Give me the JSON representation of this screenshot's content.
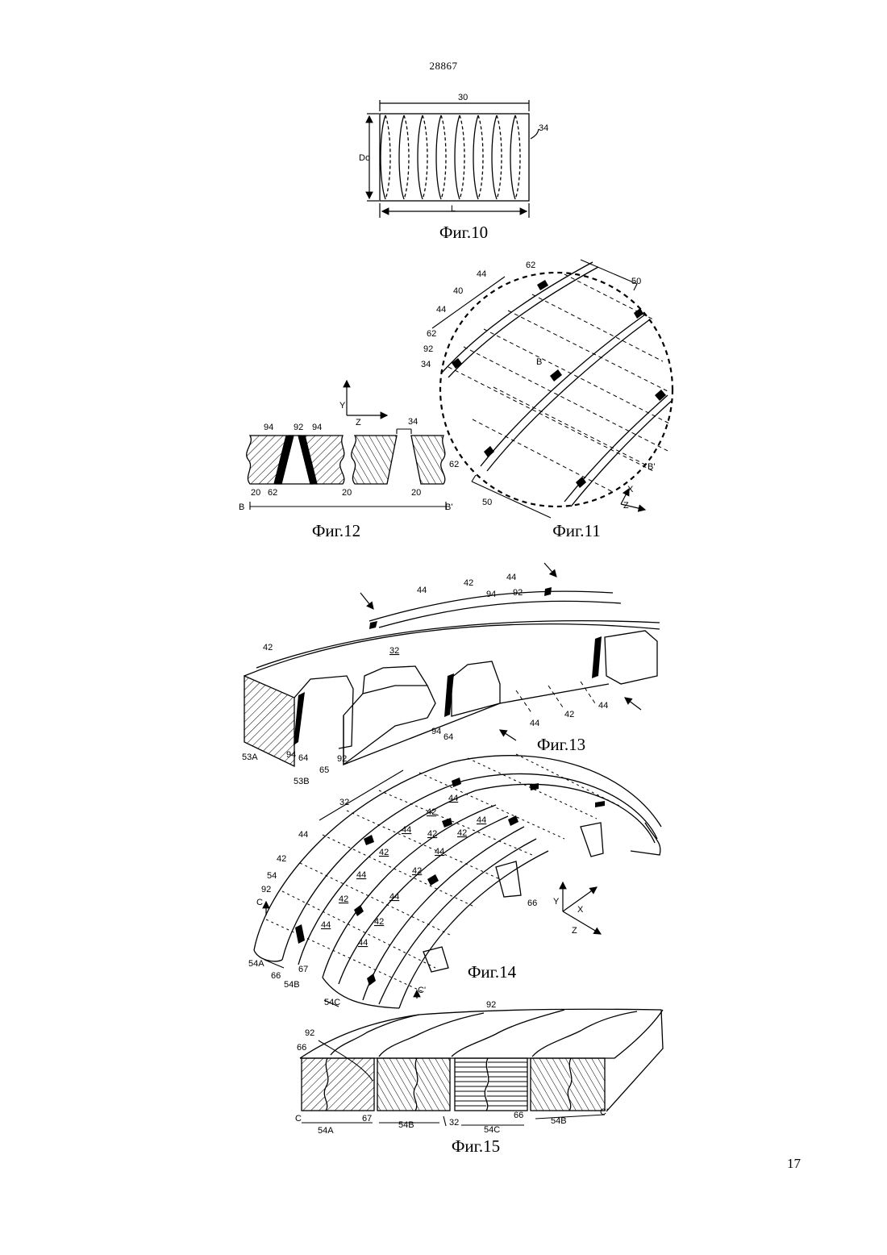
{
  "document_number": "28867",
  "page_number": "17",
  "figures": {
    "fig10": {
      "caption": "Фиг.10",
      "labels": {
        "a": "30",
        "b": "34",
        "c": "Do",
        "d": "L"
      }
    },
    "fig11": {
      "caption": "Фиг.11",
      "labels": {
        "a": "62",
        "b": "44",
        "c": "40",
        "d": "44",
        "e": "62",
        "f": "92",
        "g": "34",
        "h": "50",
        "i": "B",
        "j": "B'",
        "k": "62",
        "l": "50",
        "m": "X",
        "n": "Z"
      }
    },
    "fig12": {
      "caption": "Фиг.12",
      "labels": {
        "a": "Y",
        "b": "Z",
        "c": "94",
        "d": "92",
        "e": "94",
        "f": "34",
        "g": "20",
        "h": "62",
        "i": "20",
        "j": "20",
        "k": "B",
        "l": "B'"
      }
    },
    "fig13": {
      "caption": "Фиг.13",
      "labels": {
        "a": "44",
        "b": "42",
        "c": "44",
        "d": "94",
        "e": "92",
        "f": "42",
        "g": "32",
        "h": "42",
        "i": "44",
        "j": "44",
        "k": "94",
        "l": "64",
        "m": "53A",
        "n": "94",
        "o": "64",
        "p": "92",
        "q": "65",
        "r": "53B"
      }
    },
    "fig14": {
      "caption": "Фиг.14",
      "labels": {
        "a": "32",
        "b": "44",
        "c": "42",
        "d": "54",
        "e": "92",
        "f": "C",
        "g": "54A",
        "h": "66",
        "i": "67",
        "j": "54B",
        "k": "54C",
        "l": "C'",
        "m": "66",
        "n": "Y",
        "o": "X",
        "p": "Z"
      },
      "segment_labels": [
        "44",
        "42",
        "44",
        "42",
        "44",
        "42",
        "44",
        "42",
        "44",
        "42",
        "44",
        "42",
        "44",
        "42",
        "44"
      ]
    },
    "fig15": {
      "caption": "Фиг.15",
      "labels": {
        "a": "92",
        "b": "92",
        "c": "66",
        "d": "C",
        "e": "54A",
        "f": "67",
        "g": "54B",
        "h": "32",
        "i": "54C",
        "j": "66",
        "k": "54B",
        "l": "C'"
      }
    }
  }
}
